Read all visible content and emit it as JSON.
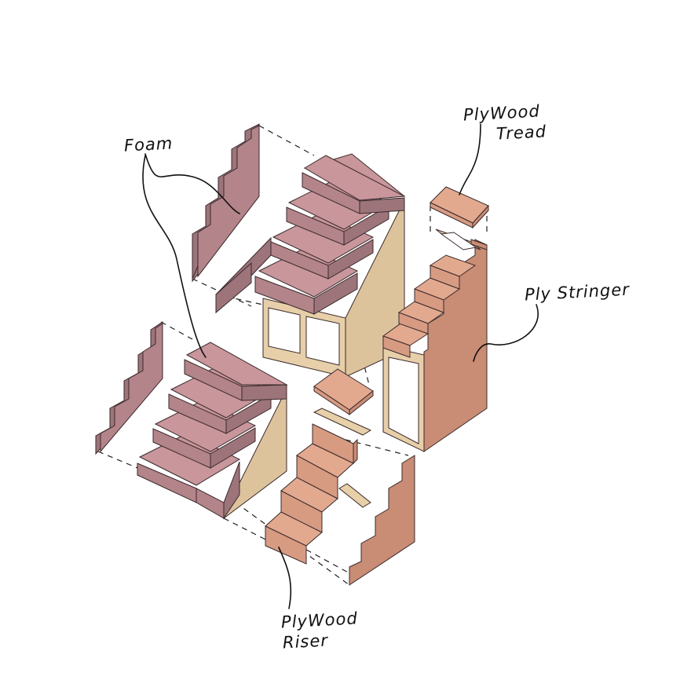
{
  "labels": {
    "foam": "Foam",
    "plywood_tread_line1": "PlyWood",
    "plywood_tread_line2": "Tread",
    "ply_stringer": "Ply Stringer",
    "plywood_riser_line1": "PlyWood",
    "plywood_riser_line2": "Riser"
  },
  "colors": {
    "foam": "#c8969b",
    "plywood": "#e2a98f",
    "wood_frame": "#dcc39c",
    "line": "#111111"
  }
}
